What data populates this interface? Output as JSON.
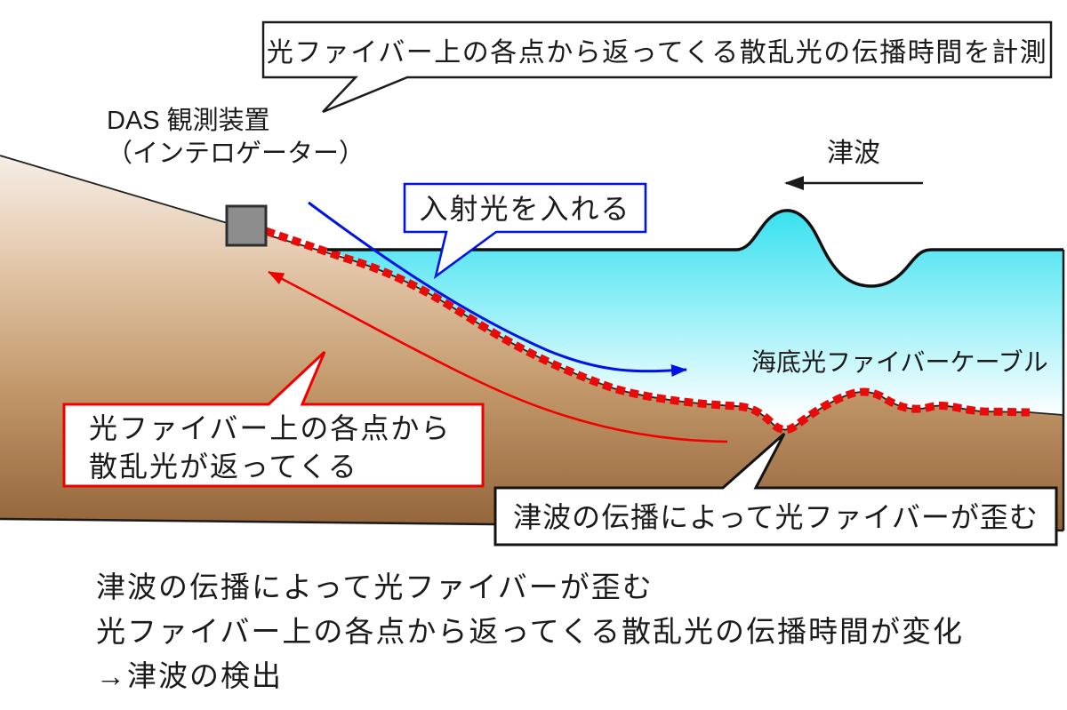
{
  "diagram": {
    "top_callout": "光ファイバー上の各点から返ってくる散乱光の伝播時間を計測",
    "das_label_line1": "DAS 観測装置",
    "das_label_line2": "（インテロゲーター）",
    "incident_callout": "入射光を入れる",
    "tsunami_label": "津波",
    "cable_label": "海底光ファイバーケーブル",
    "scatter_callout_line1": "光ファイバー上の各点から",
    "scatter_callout_line2": "散乱光が返ってくる",
    "distort_callout": "津波の伝播によって光ファイバーが歪む"
  },
  "caption": {
    "line1": "津波の伝播によって光ファイバーが歪む",
    "line2": "光ファイバー上の各点から返ってくる散乱光の伝播時間が変化",
    "line3": "→津波の検出"
  },
  "colors": {
    "fiber_red": "#eb0a0a",
    "incident_blue": "#0013e6",
    "scatter_red": "#f20000",
    "sea_cyan_top": "#37e0ef",
    "land_brown_bottom": "#93643a",
    "device_gray": "#8d8d8d",
    "outline_black": "#1a1a1a"
  }
}
